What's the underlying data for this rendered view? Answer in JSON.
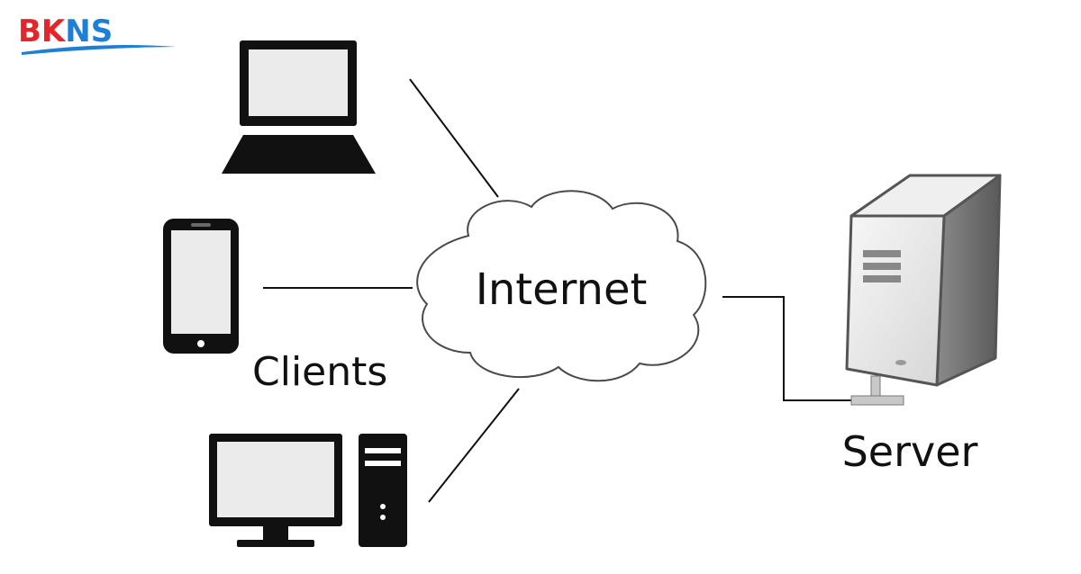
{
  "logo": {
    "text_red": "BK",
    "text_blue": "NS",
    "red_color": "#e2262c",
    "blue_color": "#1e7fd6"
  },
  "diagram": {
    "center_label": "Internet",
    "clients_label": "Clients",
    "server_label": "Server",
    "nodes": [
      {
        "name": "laptop",
        "icon": "laptop-icon"
      },
      {
        "name": "phone",
        "icon": "smartphone-icon"
      },
      {
        "name": "desktop",
        "icon": "desktop-computer-icon"
      },
      {
        "name": "server",
        "icon": "server-tower-icon"
      }
    ]
  }
}
